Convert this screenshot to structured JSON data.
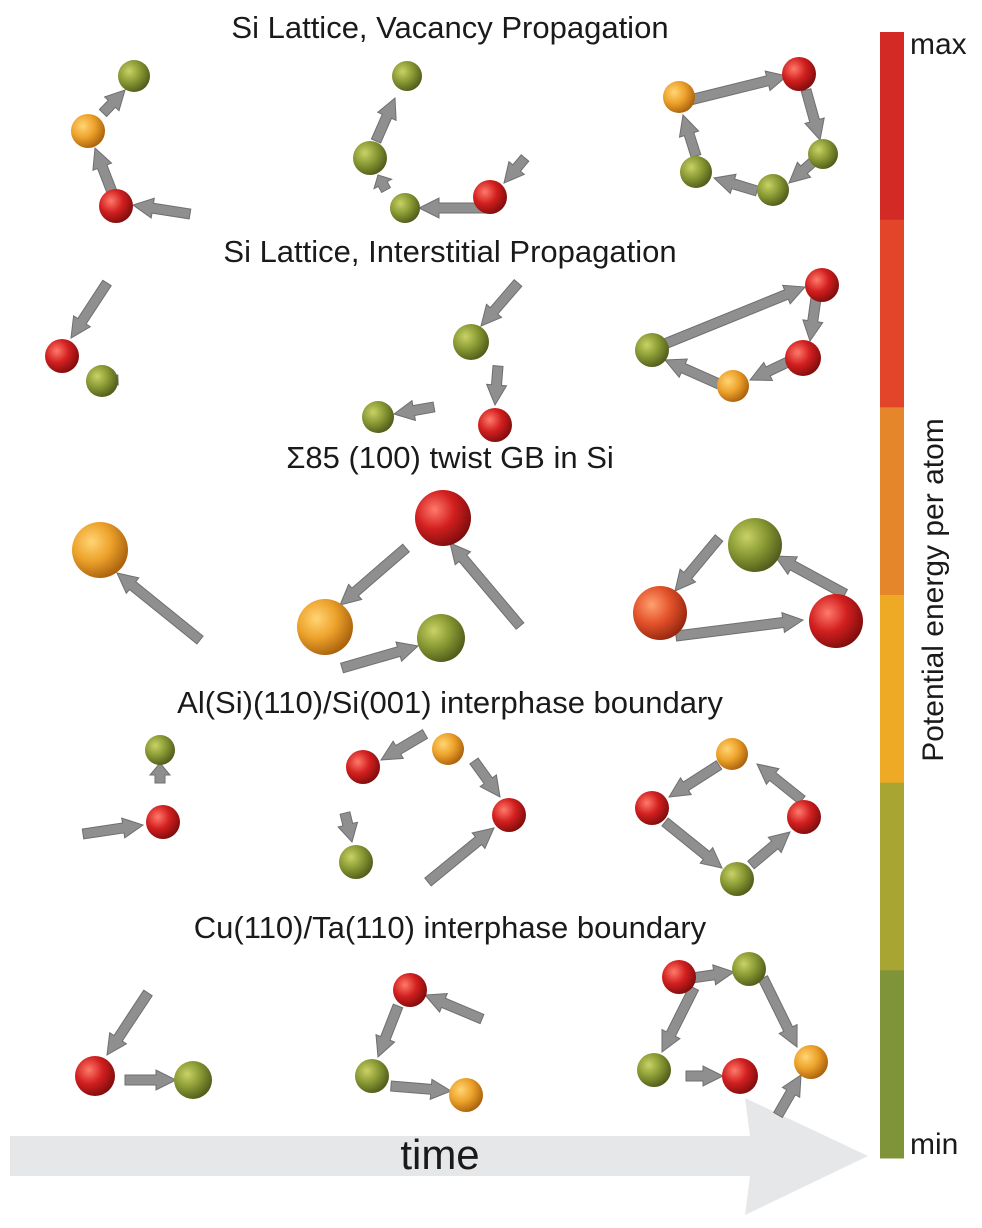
{
  "rows": [
    {
      "title": "Si Lattice, Vacancy Propagation"
    },
    {
      "title": "Si Lattice, Interstitial Propagation"
    },
    {
      "title": "Σ85 (100) twist GB in Si"
    },
    {
      "title": "Al(Si)(110)/Si(001) interphase boundary"
    },
    {
      "title": "Cu(110)/Ta(110) interphase boundary"
    }
  ],
  "colorbar": {
    "title": "Potential energy per atom",
    "max_label": "max",
    "min_label": "min",
    "colors_top_to_bottom": [
      "#d42a25",
      "#e2452a",
      "#e6862a",
      "#efaa25",
      "#a9a532",
      "#7f9339"
    ]
  },
  "time_axis": {
    "label": "time"
  },
  "atom_colors": {
    "min": "#8a9a34",
    "low": "#a2a332",
    "mid": "#eda22b",
    "high": "#e3522a",
    "max": "#d21f1f"
  },
  "arrow_color": "#8f8f8f"
}
